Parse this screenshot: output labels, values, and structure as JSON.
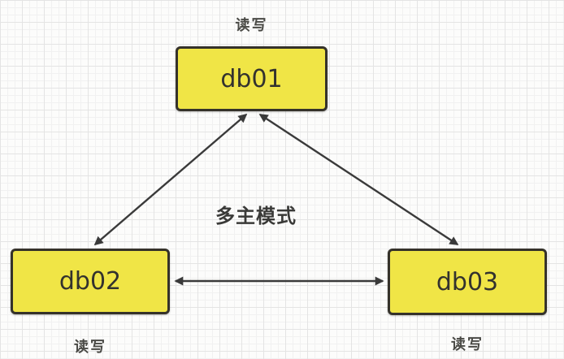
{
  "diagram": {
    "center_label": "多主模式",
    "nodes": [
      {
        "id": "db01",
        "label": "db01",
        "caption": "读写"
      },
      {
        "id": "db02",
        "label": "db02",
        "caption": "读写"
      },
      {
        "id": "db03",
        "label": "db03",
        "caption": "读写"
      }
    ],
    "edges": [
      {
        "from": "db01",
        "to": "db02",
        "direction": "bidirectional"
      },
      {
        "from": "db01",
        "to": "db03",
        "direction": "bidirectional"
      },
      {
        "from": "db02",
        "to": "db03",
        "direction": "bidirectional"
      }
    ],
    "colors": {
      "node_fill": "#F0E546",
      "node_border": "#35322A",
      "arrow": "#3A3A3A",
      "text": "#33322E",
      "background": "#FCFCFB"
    }
  }
}
